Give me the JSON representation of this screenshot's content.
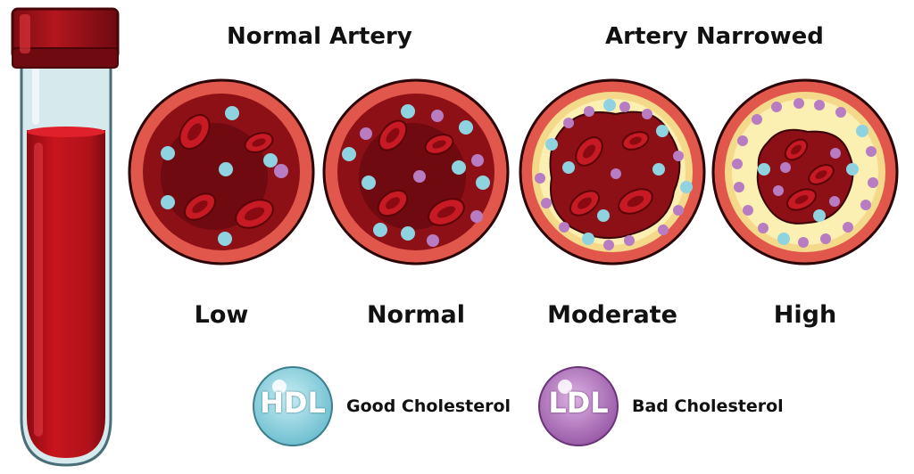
{
  "headings": {
    "normal": "Normal Artery",
    "narrowed": "Artery Narrowed"
  },
  "levels": [
    "Low",
    "Normal",
    "Moderate",
    "High"
  ],
  "legend": [
    {
      "badge": "HDL",
      "label": "Good Cholesterol",
      "color": "#8fd3e0"
    },
    {
      "badge": "LDL",
      "label": "Bad Cholesterol",
      "color": "#b77cc2"
    }
  ],
  "colors": {
    "artery_wall": "#e2574c",
    "blood_dark": "#7a0b12",
    "blood": "#9c1a20",
    "plaque": "#fbefb2",
    "hdl": "#8fd3e0",
    "ldl": "#b77cc2",
    "tube_blood": "#c0141d"
  }
}
